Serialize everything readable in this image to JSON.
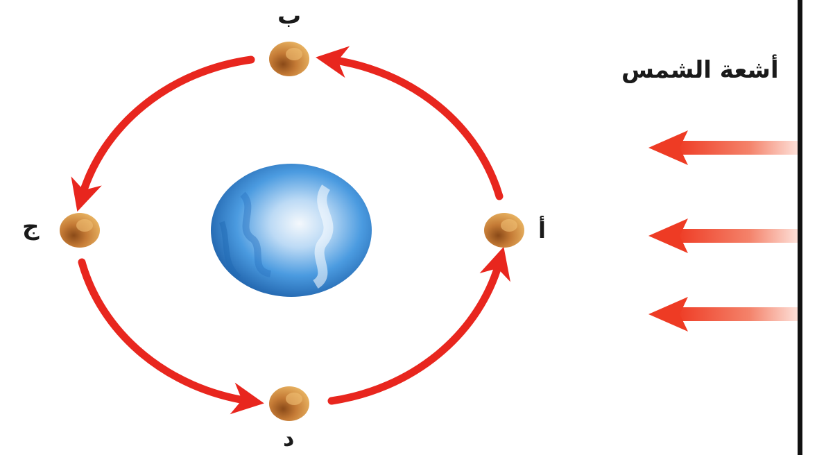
{
  "labels": {
    "sun_rays": "أشعة الشمس",
    "position_a": "أ",
    "position_b": "ب",
    "position_j": "ج",
    "position_d": "د"
  },
  "colors": {
    "orbit_arrow": "#e8261e",
    "sun_ray": "#f0533a",
    "moon": "#b8682a",
    "earth": "#3a8fd8",
    "frame": "#111111"
  }
}
